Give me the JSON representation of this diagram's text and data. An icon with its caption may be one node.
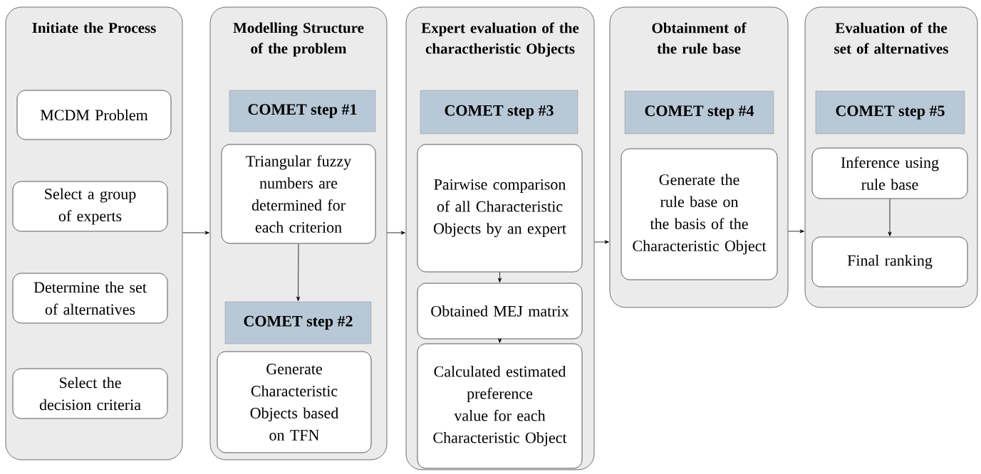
{
  "diagram": {
    "nodes": [
      {
        "text": [
          "Initiate the Process"
        ]
      },
      {
        "text": [
          "MCDM Problem"
        ],
        "in": 0
      },
      {
        "text": [
          "Select a group of experts"
        ],
        "in": 0
      },
      {
        "text": [
          "Determine the set of alternatives"
        ],
        "in": 0
      },
      {
        "text": [
          "Select the decision criteria"
        ],
        "in": 0
      },
      {
        "text": [
          "Modelling Structure of the problem"
        ]
      },
      {
        "text": [
          "COMET step #1"
        ],
        "in": 5
      },
      {
        "text": [
          "Triangular fuzzy numbers are determined for each criterion"
        ],
        "in": 5
      },
      {
        "text": [
          "COMET step #2"
        ],
        "in": 5
      },
      {
        "text": [
          "Generate Characteristic Objects based on TFN"
        ],
        "in": 5
      },
      {
        "text": [
          "Expert evaluation of the charactheristic Objects"
        ]
      },
      {
        "text": [
          "COMET step #3"
        ],
        "in": 10
      },
      {
        "text": [
          "Pairwise comparison of all Characteristic Objects by an expert"
        ],
        "in": 10
      },
      {
        "text": [
          "Obtained MEJ matrix"
        ],
        "in": 10
      },
      {
        "text": [
          "Calculated estimated preference value for each Characteristic Object"
        ],
        "in": 10
      },
      {
        "text": [
          "Obtainment of the rule base"
        ]
      },
      {
        "text": [
          "COMET step #4"
        ],
        "in": 15
      },
      {
        "text": [
          "Generate the rule base on the basis of the Characteristic Object"
        ],
        "in": 15
      },
      {
        "text": [
          "Evaluation of the set of alternatives"
        ]
      },
      {
        "text": [
          "COMET step #5"
        ],
        "in": 18
      },
      {
        "text": [
          "Inference using rule base"
        ],
        "in": 18
      },
      {
        "text": [
          "Final ranking"
        ],
        "in": 18
      }
    ],
    "edges": [
      {
        "from": 0,
        "to": 5,
        "arrow": "to"
      },
      {
        "from": 7,
        "to": 8,
        "arrow": "to"
      },
      {
        "from": 5,
        "to": 10,
        "arrow": "to"
      },
      {
        "from": 12,
        "to": 13,
        "arrow": "to"
      },
      {
        "from": 13,
        "to": 14,
        "arrow": "to"
      },
      {
        "from": 10,
        "to": 15,
        "arrow": "to"
      },
      {
        "from": 15,
        "to": 18,
        "arrow": "to"
      },
      {
        "from": 20,
        "to": 21,
        "arrow": "to"
      }
    ]
  }
}
